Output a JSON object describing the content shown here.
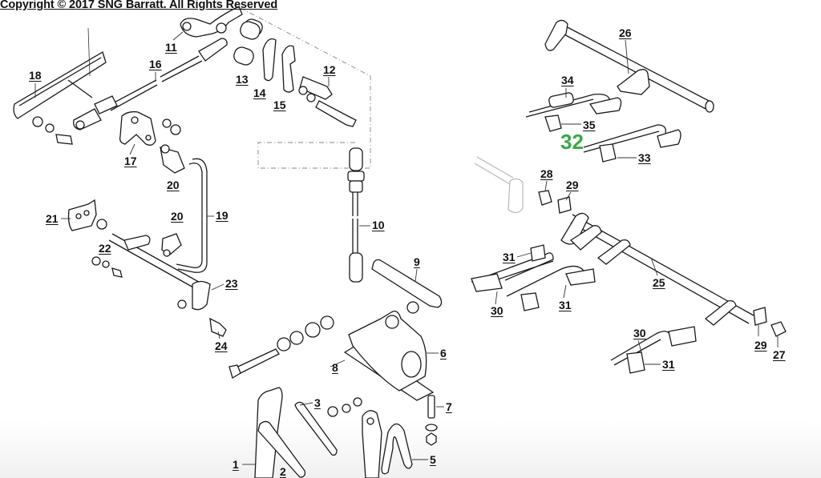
{
  "header": {
    "copyright": "Copyright © 2017 SNG Barratt. All Rights Reserved"
  },
  "diagram": {
    "title": "Gear change linkage exploded parts diagram",
    "highlight_color": "#3aa84a",
    "highlighted_part": "32",
    "parts": [
      {
        "id": "p1",
        "label": "1"
      },
      {
        "id": "p2",
        "label": "2"
      },
      {
        "id": "p3",
        "label": "3"
      },
      {
        "id": "p5",
        "label": "5"
      },
      {
        "id": "p6",
        "label": "6"
      },
      {
        "id": "p7",
        "label": "7"
      },
      {
        "id": "p8",
        "label": "8"
      },
      {
        "id": "p9",
        "label": "9"
      },
      {
        "id": "p10",
        "label": "10"
      },
      {
        "id": "p11",
        "label": "11"
      },
      {
        "id": "p12",
        "label": "12"
      },
      {
        "id": "p13",
        "label": "13"
      },
      {
        "id": "p14",
        "label": "14"
      },
      {
        "id": "p15",
        "label": "15"
      },
      {
        "id": "p16",
        "label": "16"
      },
      {
        "id": "p17",
        "label": "17"
      },
      {
        "id": "p18",
        "label": "18"
      },
      {
        "id": "p19",
        "label": "19"
      },
      {
        "id": "p20a",
        "label": "20"
      },
      {
        "id": "p20b",
        "label": "20"
      },
      {
        "id": "p21",
        "label": "21"
      },
      {
        "id": "p22",
        "label": "22"
      },
      {
        "id": "p23",
        "label": "23"
      },
      {
        "id": "p24",
        "label": "24"
      },
      {
        "id": "p25",
        "label": "25"
      },
      {
        "id": "p26",
        "label": "26"
      },
      {
        "id": "p27",
        "label": "27"
      },
      {
        "id": "p28",
        "label": "28"
      },
      {
        "id": "p29a",
        "label": "29"
      },
      {
        "id": "p29b",
        "label": "29"
      },
      {
        "id": "p30a",
        "label": "30"
      },
      {
        "id": "p30b",
        "label": "30"
      },
      {
        "id": "p31a",
        "label": "31"
      },
      {
        "id": "p31b",
        "label": "31"
      },
      {
        "id": "p31c",
        "label": "31"
      },
      {
        "id": "p32",
        "label": "32"
      },
      {
        "id": "p33",
        "label": "33"
      },
      {
        "id": "p34",
        "label": "34"
      },
      {
        "id": "p35",
        "label": "35"
      }
    ]
  }
}
